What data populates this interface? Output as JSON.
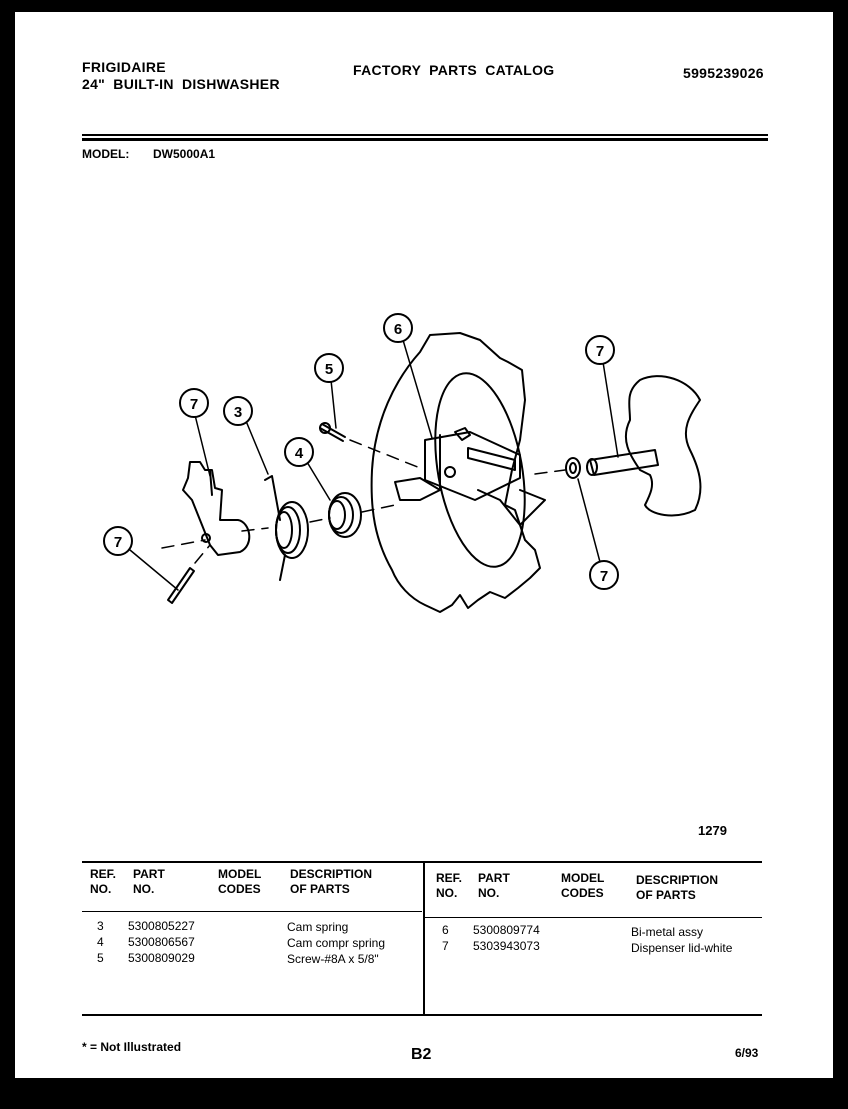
{
  "header": {
    "brand": "FRIGIDAIRE",
    "product": "24\" BUILT-IN DISHWASHER",
    "catalog_title": "FACTORY PARTS CATALOG",
    "document_number": "5995239026"
  },
  "model": {
    "label": "MODEL:",
    "value": "DW5000A1"
  },
  "diagram": {
    "figure_number": "1279",
    "callouts": [
      {
        "ref": "7",
        "target": "dispenser-lid-latch"
      },
      {
        "ref": "3",
        "target": "cam-spring"
      },
      {
        "ref": "4",
        "target": "cam-compression-spring"
      },
      {
        "ref": "5",
        "target": "screw"
      },
      {
        "ref": "6",
        "target": "bi-metal-assembly"
      },
      {
        "ref": "7",
        "target": "dispenser-lid-pin"
      },
      {
        "ref": "7",
        "target": "dispenser-lid-shaft"
      },
      {
        "ref": "7",
        "target": "dispenser-lid-washer"
      }
    ]
  },
  "parts_table": {
    "columns": [
      {
        "line1": "REF.",
        "line2": "NO."
      },
      {
        "line1": "PART",
        "line2": "NO."
      },
      {
        "line1": "MODEL",
        "line2": "CODES"
      },
      {
        "line1": "DESCRIPTION",
        "line2": "OF PARTS"
      }
    ],
    "left_rows": [
      {
        "ref": "3",
        "part": "5300805227",
        "codes": "",
        "description": "Cam spring"
      },
      {
        "ref": "4",
        "part": "5300806567",
        "codes": "",
        "description": "Cam compr spring"
      },
      {
        "ref": "5",
        "part": "5300809029",
        "codes": "",
        "description": "Screw-#8A x 5/8\""
      }
    ],
    "right_rows": [
      {
        "ref": "6",
        "part": "5300809774",
        "codes": "",
        "description": "Bi-metal assy"
      },
      {
        "ref": "7",
        "part": "5303943073",
        "codes": "",
        "description": "Dispenser lid-white"
      }
    ]
  },
  "footer": {
    "note": "* = Not Illustrated",
    "page_code": "B2",
    "date": "6/93"
  }
}
